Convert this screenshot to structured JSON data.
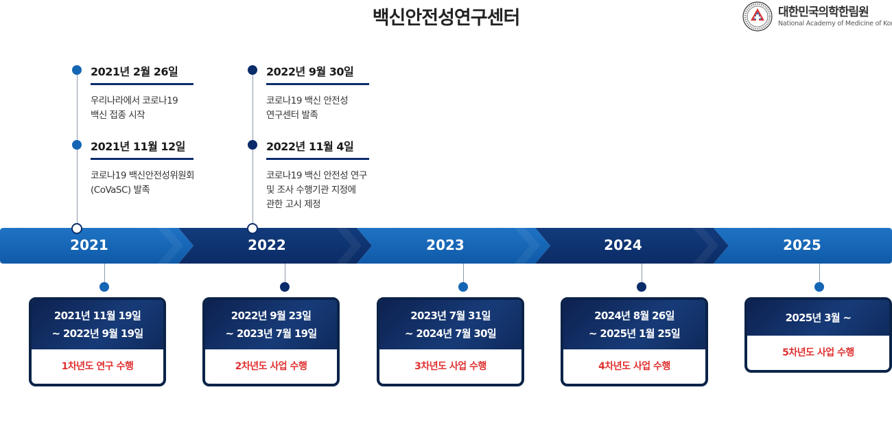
{
  "header": {
    "title": "백신안전성연구센터",
    "org_name": "대한민국의학한림원",
    "org_sub": "National Academy of Medicine of Korea"
  },
  "top_events": [
    {
      "date": "2021년 2월 26일",
      "lines": [
        "우리나라에서 코로나19",
        "백신 접종 시작"
      ]
    },
    {
      "date": "2021년 11월 12일",
      "lines": [
        "코로나19 백신안전성위원회",
        "(CoVaSC) 발족"
      ]
    },
    {
      "date": "2022년 9월 30일",
      "lines": [
        "코로나19 백신 안전성",
        "연구센터 발족"
      ]
    },
    {
      "date": "2022년 11월 4일",
      "lines": [
        "코로나19 백신 안전성 연구",
        "및 조사 수행기관 지정에",
        "관한 고시 제정"
      ]
    }
  ],
  "years": [
    "2021",
    "2022",
    "2023",
    "2024",
    "2025"
  ],
  "phases": [
    {
      "line1": "2021년 11월 19일",
      "line2": "~ 2022년 9월 19일",
      "label": "1차년도 연구 수행"
    },
    {
      "line1": "2022년 9월 23일",
      "line2": "~ 2023년 7월 19일",
      "label": "2차년도 사업 수행"
    },
    {
      "line1": "2023년 7월 31일",
      "line2": "~ 2024년 7월 30일",
      "label": "3차년도 사업 수행"
    },
    {
      "line1": "2024년 8월 26일",
      "line2": "~ 2025년 1월 25일",
      "label": "4차년도 사업 수행"
    },
    {
      "line1": "2025년 3월 ~",
      "line2": "",
      "label": "5차년도 사업 수행"
    }
  ],
  "colors": {
    "light_blue": "#1565b5",
    "dark_navy": "#0b2c6b",
    "accent_red": "#e03030"
  }
}
